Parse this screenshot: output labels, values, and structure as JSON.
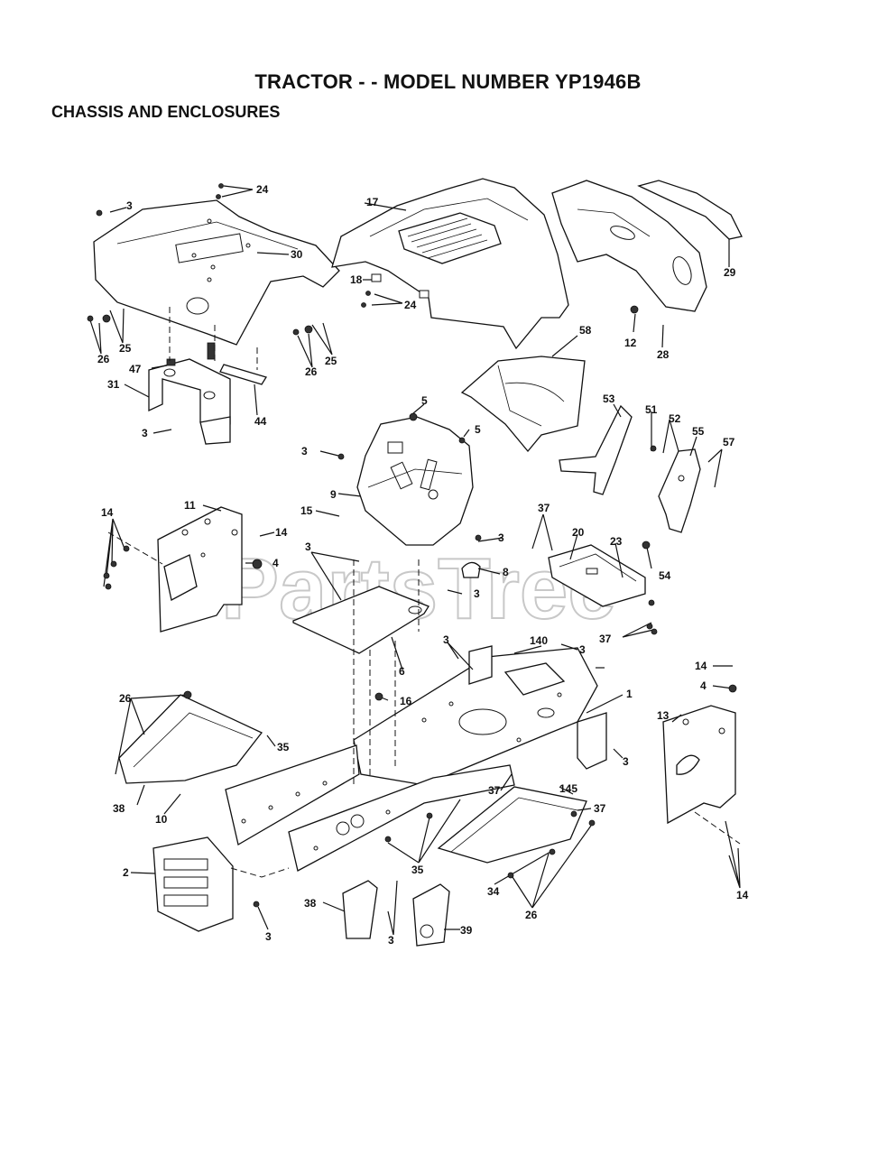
{
  "title": "TRACTOR - - MODEL NUMBER YP1946B",
  "section": "CHASSIS AND ENCLOSURES",
  "watermark": "PartsTree",
  "callouts": [
    "3",
    "24",
    "17",
    "30",
    "18",
    "24",
    "29",
    "25",
    "26",
    "26",
    "25",
    "12",
    "28",
    "58",
    "47",
    "44",
    "31",
    "3",
    "5",
    "5",
    "53",
    "51",
    "52",
    "55",
    "57",
    "3",
    "9",
    "15",
    "11",
    "14",
    "14",
    "4",
    "3",
    "8",
    "3",
    "37",
    "20",
    "23",
    "54",
    "6",
    "37",
    "16",
    "140",
    "3",
    "3",
    "1",
    "14",
    "4",
    "13",
    "26",
    "35",
    "38",
    "10",
    "37",
    "145",
    "37",
    "35",
    "2",
    "34",
    "26",
    "3",
    "38",
    "3",
    "39",
    "14",
    "3",
    "3"
  ]
}
